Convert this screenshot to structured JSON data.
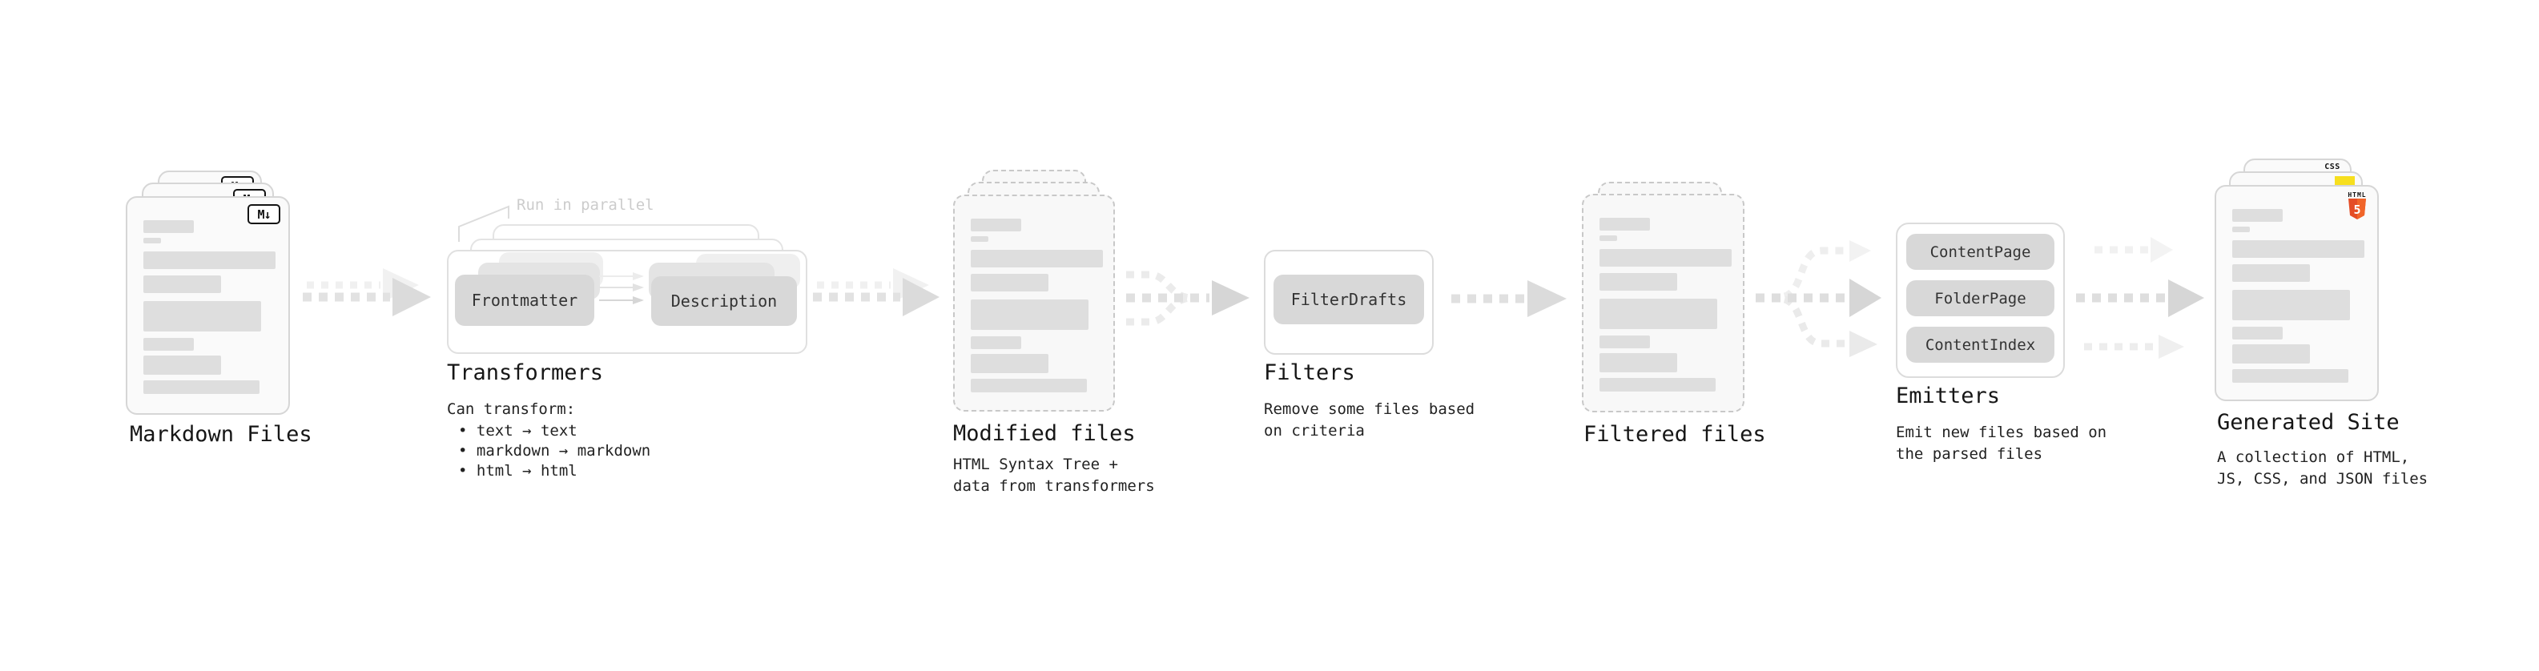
{
  "stages": {
    "markdown": {
      "label": "Markdown Files",
      "badge": "M↓"
    },
    "transformers": {
      "title": "Transformers",
      "note": "Run in parallel",
      "pill_source": "Frontmatter",
      "pill_target": "Description",
      "desc_heading": "Can transform:",
      "bullets": [
        "text → text",
        "markdown → markdown",
        "html → html"
      ]
    },
    "modified": {
      "label": "Modified files",
      "desc_line1": "HTML Syntax Tree +",
      "desc_line2": "data from transformers"
    },
    "filters": {
      "title": "Filters",
      "pill": "FilterDrafts",
      "desc_line1": "Remove some files based",
      "desc_line2": "on criteria"
    },
    "filtered": {
      "label": "Filtered files"
    },
    "emitters": {
      "title": "Emitters",
      "pills": [
        "ContentPage",
        "FolderPage",
        "ContentIndex"
      ],
      "desc_line1": "Emit new files based on",
      "desc_line2": "the parsed files"
    },
    "generated": {
      "label": "Generated Site",
      "desc_line1": "A collection of HTML,",
      "desc_line2": "JS, CSS, and JSON files",
      "css_badge": "CSS",
      "html_badge_text": "HTML",
      "html_badge_number": "5"
    }
  },
  "colors": {
    "html5_orange": "#e44d26",
    "html5_orange_light": "#f16529",
    "js_yellow": "#f7df1e",
    "css_blue": "#2760e5",
    "bar_grey": "#dedede",
    "pill_grey": "#d8d8d8",
    "arrow_grey": "#d6d6d6",
    "note_grey": "#cccccc"
  }
}
